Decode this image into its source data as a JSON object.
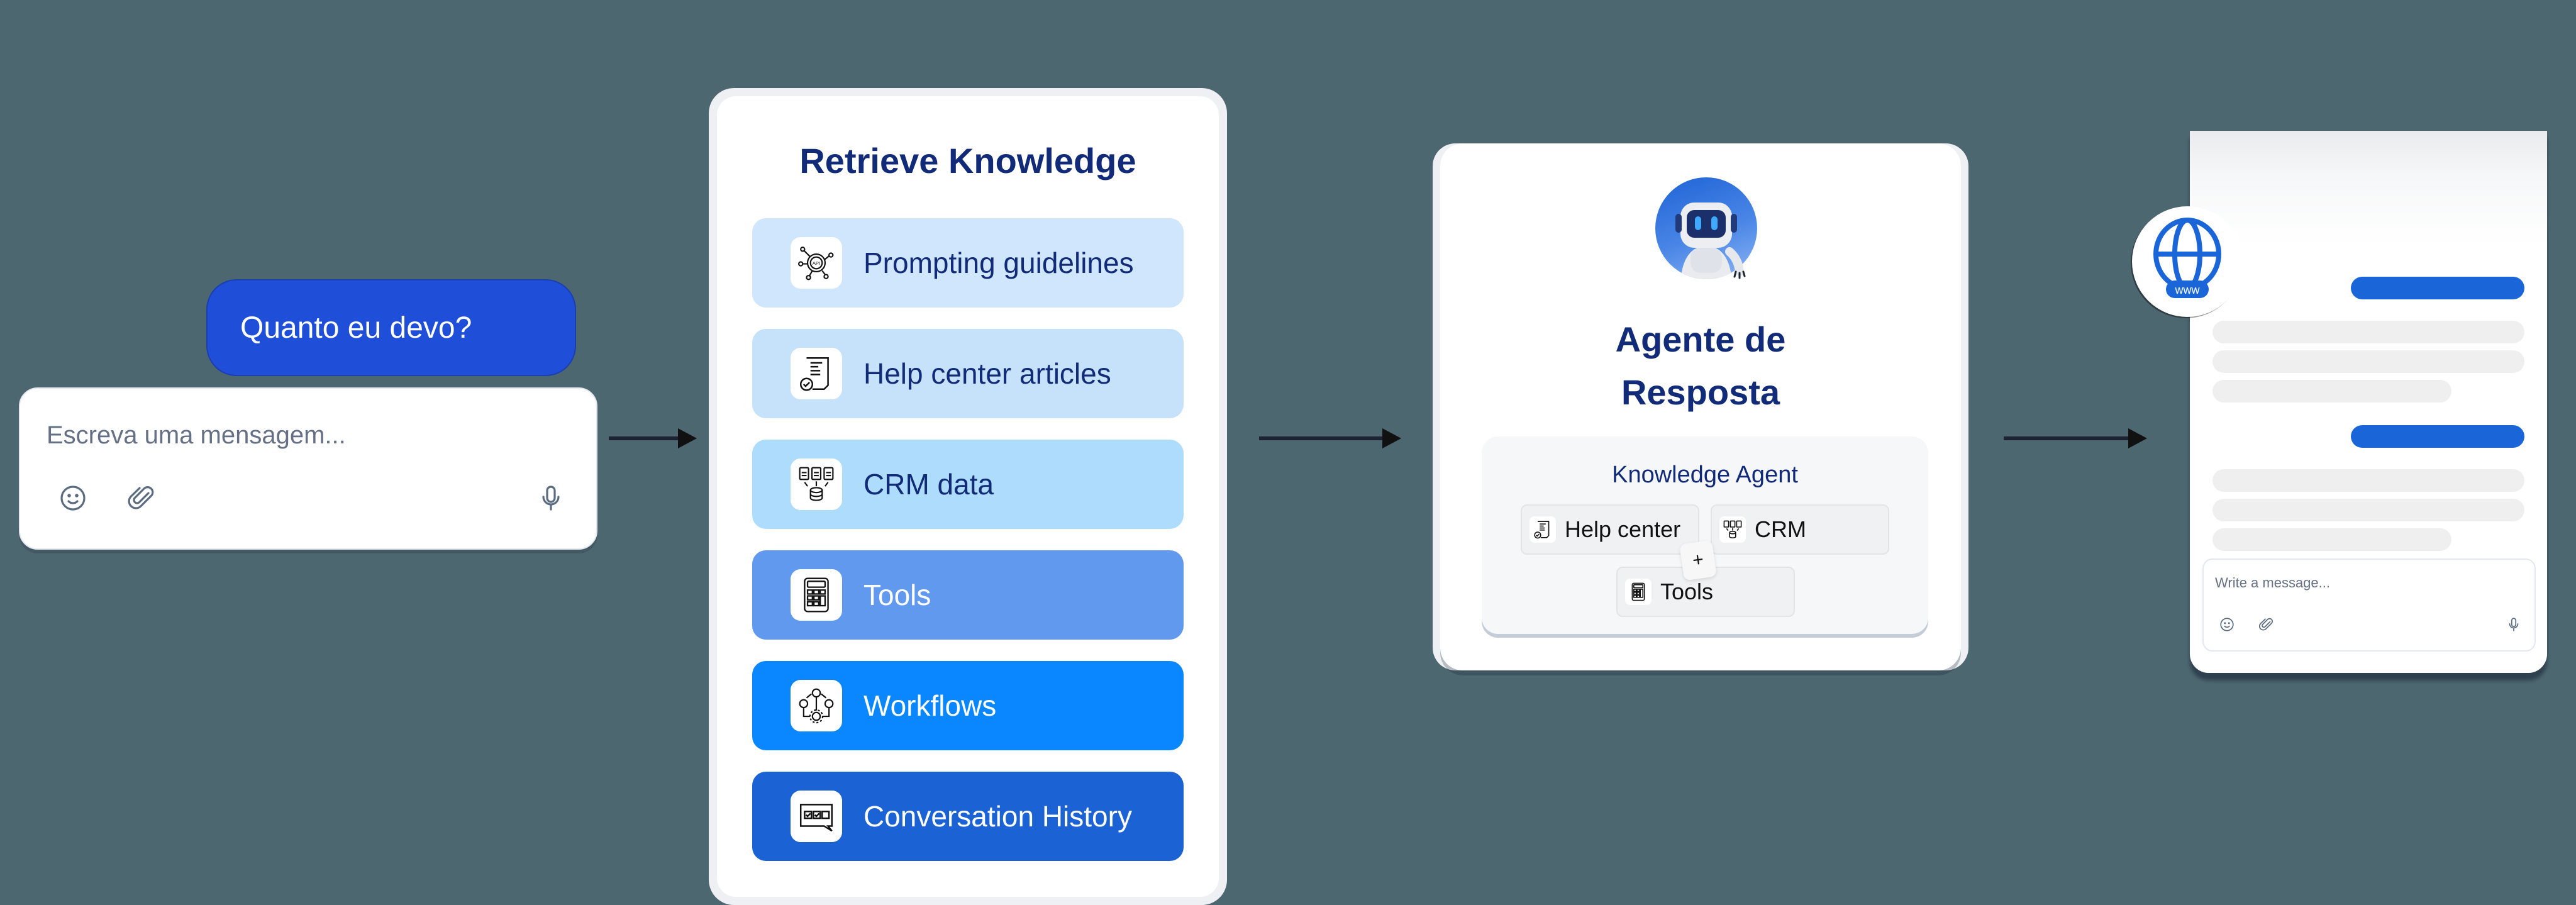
{
  "user_chat": {
    "bubble_text": "Quanto eu devo?",
    "composer": {
      "placeholder": "Escreva uma mensagem...",
      "icons": [
        "emoji-icon",
        "paperclip-icon",
        "microphone-icon"
      ]
    }
  },
  "retrieve_knowledge": {
    "title": "Retrieve Knowledge",
    "items": [
      {
        "label": "Prompting guidelines",
        "icon": "api-gear-icon",
        "bg": "#cfe6fc",
        "text_color": "#112b78"
      },
      {
        "label": "Help center articles",
        "icon": "document-check-icon",
        "bg": "#c6e2fb",
        "text_color": "#112b78"
      },
      {
        "label": "CRM data",
        "icon": "database-icon",
        "bg": "#aedcfd",
        "text_color": "#112b78"
      },
      {
        "label": "Tools",
        "icon": "calculator-icon",
        "bg": "#6199ef",
        "text_color": "#ffffff"
      },
      {
        "label": "Workflows",
        "icon": "workflow-icon",
        "bg": "#0a86ff",
        "text_color": "#ffffff"
      },
      {
        "label": "Conversation History",
        "icon": "chat-history-icon",
        "bg": "#1b62d4",
        "text_color": "#ffffff"
      }
    ]
  },
  "agent": {
    "title_line1": "Agente de",
    "title_line2": "Resposta",
    "avatar": "robot-avatar",
    "knowledge_agent": {
      "title": "Knowledge Agent",
      "chips": [
        {
          "label": "Help center",
          "icon": "document-check-icon"
        },
        {
          "label": "CRM",
          "icon": "database-icon"
        },
        {
          "label": "Tools",
          "icon": "calculator-icon"
        }
      ],
      "combine_symbol": "+"
    }
  },
  "chat_widget": {
    "badge_text": "www",
    "badge_icon": "globe-icon",
    "composer": {
      "placeholder": "Write a message...",
      "icons": [
        "emoji-icon",
        "paperclip-icon",
        "microphone-icon"
      ]
    }
  },
  "colors": {
    "background": "#4d6770",
    "user_bubble": "#1f4fd9",
    "heading": "#112b78",
    "widget_bubble": "#1a66d9",
    "placeholder": "#667085"
  }
}
